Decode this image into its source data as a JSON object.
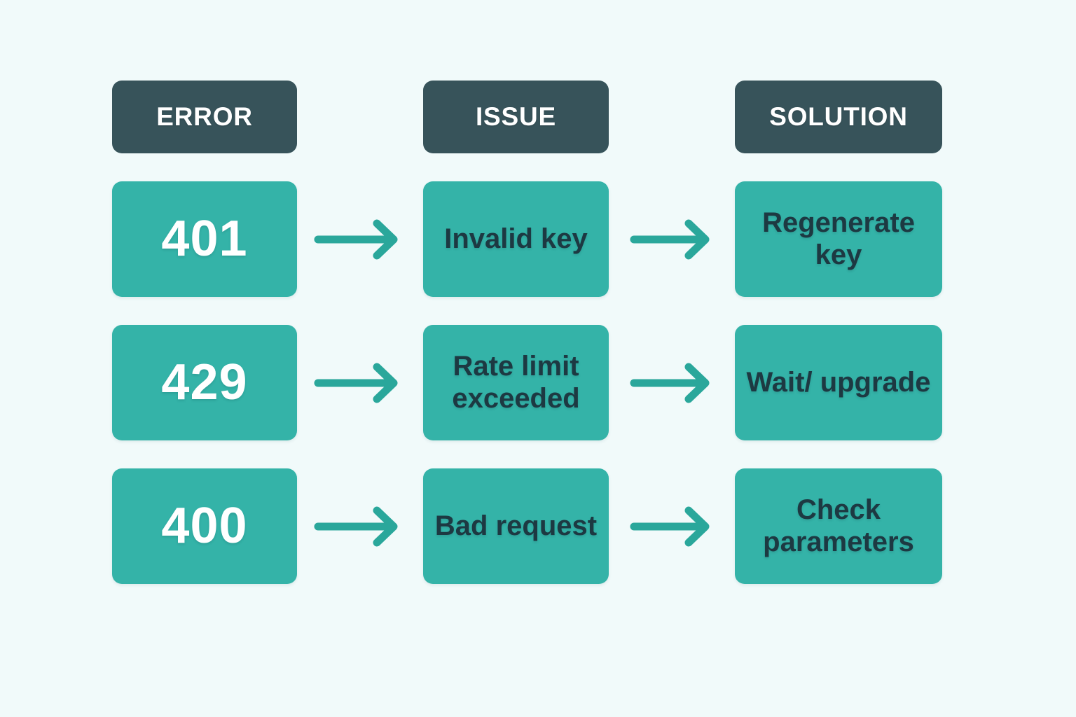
{
  "canvas": {
    "background_color": "#f1fafa",
    "accent_teal": "#34b3a8",
    "header_dark": "#37535a",
    "text_dark": "#1d3942",
    "text_light": "#ffffff"
  },
  "headers": {
    "error": "ERROR",
    "issue": "ISSUE",
    "solution": "SOLUTION"
  },
  "icons": {
    "arrow": "arrow-right-icon"
  },
  "rows": [
    {
      "error": "401",
      "issue": "Invalid key",
      "solution": "Regenerate key"
    },
    {
      "error": "429",
      "issue": "Rate limit exceeded",
      "solution": "Wait/ upgrade"
    },
    {
      "error": "400",
      "issue": "Bad request",
      "solution": "Check parameters"
    }
  ]
}
